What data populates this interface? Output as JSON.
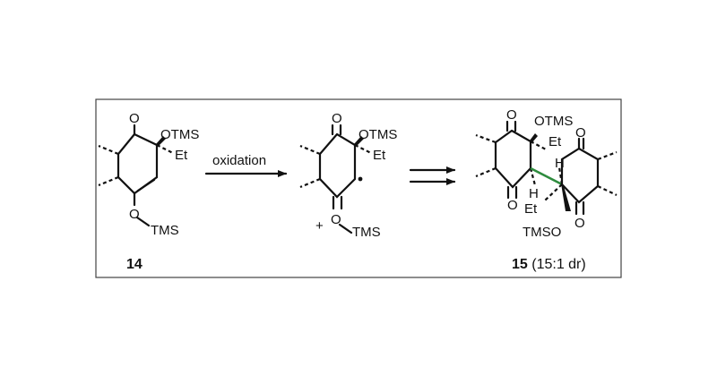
{
  "reactant": {
    "substituents": {
      "ketone_o": "O",
      "otms": "OTMS",
      "et": "Et",
      "enol_o": "O",
      "tms": "TMS"
    },
    "compound_label": "14"
  },
  "arrow_label": "oxidation",
  "intermediate": {
    "substituents": {
      "ketone_o": "O",
      "otms": "OTMS",
      "et": "Et",
      "charge": "+",
      "oxocarbenium_o": "O",
      "tms": "TMS"
    }
  },
  "product": {
    "substituents": {
      "top_ketone_o": "O",
      "otms_top": "OTMS",
      "et_top": "Et",
      "ketone_mid_o": "O",
      "h_upper": "H",
      "h_lower": "H",
      "right_ketone_o": "O",
      "et_bottom": "Et",
      "tmso_bottom": "TMSO",
      "bottom_ketone_o": "O"
    },
    "compound_number": "15",
    "compound_note": " (15:1 dr)"
  }
}
